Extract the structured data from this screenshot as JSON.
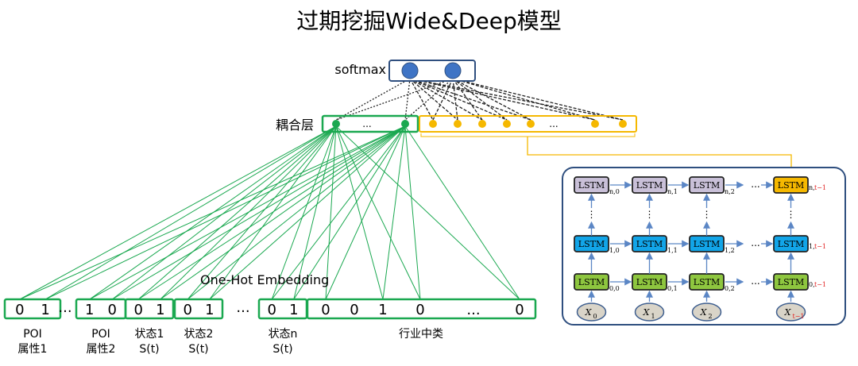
{
  "title": "过期挖掘Wide&Deep模型",
  "softmax_label": "softmax",
  "coupling_label": "耦合层",
  "embedding_label": "One-Hot Embedding",
  "ellipsis": "...",
  "vdots": "⋮",
  "features": [
    {
      "bits": [
        "0",
        "1"
      ],
      "label1": "POI",
      "label2": "属性1"
    },
    {
      "bits": [
        "1",
        "0"
      ],
      "label1": "POI",
      "label2": "属性2"
    },
    {
      "bits": [
        "0",
        "1"
      ],
      "label1": "状态1",
      "label2": "S(t)"
    },
    {
      "bits": [
        "0",
        "1"
      ],
      "label1": "状态2",
      "label2": "S(t)"
    },
    {
      "bits": [
        "0",
        "1"
      ],
      "label1": "状态n",
      "label2": "S(t)"
    }
  ],
  "industry": {
    "bits": [
      "0",
      "0",
      "1",
      "0",
      "...",
      "0"
    ],
    "label": "行业中类"
  },
  "lstm": {
    "cell_label": "LSTM",
    "rows": [
      {
        "layer": "n",
        "subs": [
          "n,0",
          "n,1",
          "n,2"
        ],
        "last_sub_prefix": "n,",
        "last_sub_suffix": "t−1",
        "color": "#c9c0d8",
        "last_color": "#f5b800"
      },
      {
        "layer": "1",
        "subs": [
          "1,0",
          "1,1",
          "1,2"
        ],
        "last_sub_prefix": "1,",
        "last_sub_suffix": "t−1",
        "color": "#12a5e8",
        "last_color": "#12a5e8"
      },
      {
        "layer": "0",
        "subs": [
          "0,0",
          "0,1",
          "0,2"
        ],
        "last_sub_prefix": "0,",
        "last_sub_suffix": "t−1",
        "color": "#8ec63f",
        "last_color": "#8ec63f"
      }
    ],
    "inputs": [
      {
        "base": "X",
        "sub": "0",
        "red": false
      },
      {
        "base": "X",
        "sub": "1",
        "red": false
      },
      {
        "base": "X",
        "sub": "2",
        "red": false
      },
      {
        "base": "X",
        "sub": "t−1",
        "red": true
      }
    ]
  },
  "colors": {
    "green": "#1aa850",
    "yellow": "#f5b800",
    "blue_node": "#3f74c5",
    "frame": "#2f4f7f",
    "arrow": "#5b86c5"
  }
}
